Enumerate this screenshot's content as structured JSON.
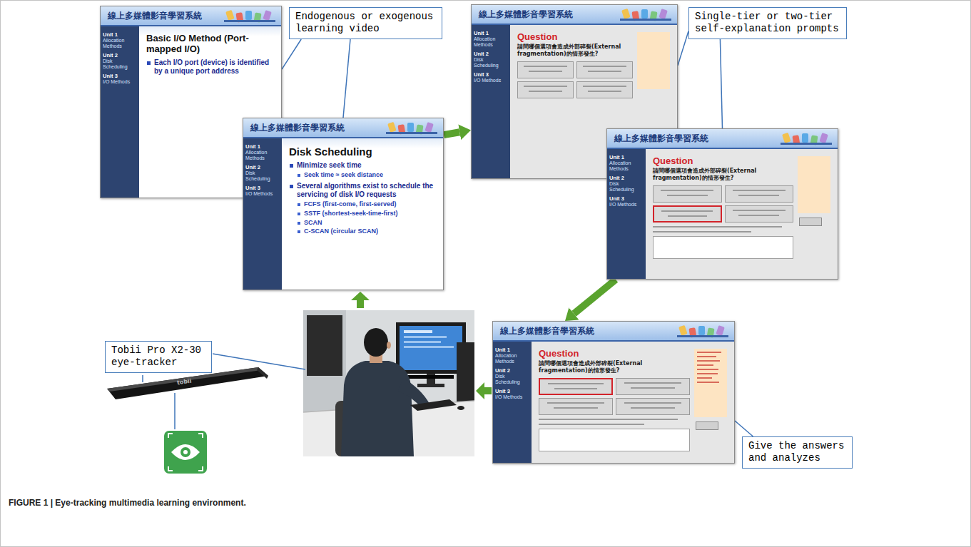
{
  "diagram": {
    "caption": "FIGURE 1 | Eye-tracking multimedia learning environment.",
    "nodes": [
      {
        "text": [
          "Endogenous or exogenous learning video"
        ]
      },
      {
        "text": [
          "線上多媒體影音學習系統",
          "Unit 1",
          "Allocation Methods",
          "Unit 2",
          "Disk Scheduling",
          "Unit 3",
          "I/O Methods",
          "Basic I/O Method (Port-mapped I/O)",
          "Each I/O port (device) is identified by a unique port address"
        ]
      },
      {
        "text": [
          "線上多媒體影音學習系統",
          "Unit 1",
          "Allocation Methods",
          "Unit 2",
          "Disk Scheduling",
          "Unit 3",
          "I/O Methods",
          "Disk Scheduling",
          "Minimize seek time",
          "Seek time ≈ seek distance",
          "Several algorithms exist to schedule the servicing of disk I/O requests",
          "FCFS (first-come, first-served)",
          "SSTF (shortest-seek-time-first)",
          "SCAN",
          "C-SCAN (circular SCAN)"
        ]
      },
      {
        "text": [
          "線上多媒體影音學習系統",
          "Unit 1",
          "Allocation Methods",
          "Unit 2",
          "Disk Scheduling",
          "Unit 3",
          "I/O Methods",
          "Question",
          "請問哪個選項會造成外部碎裂(External fragmentation)的情形發生?"
        ]
      },
      {
        "text": [
          "Single-tier or two-tier self-explanation prompts"
        ]
      },
      {
        "text": [
          "線上多媒體影音學習系統",
          "Unit 1",
          "Allocation Methods",
          "Unit 2",
          "Disk Scheduling",
          "Unit 3",
          "I/O Methods",
          "Question",
          "請問哪個選項會造成外部碎裂(External fragmentation)的情形發生?"
        ]
      },
      {
        "text": [
          "Tobii Pro X2-30 eye-tracker"
        ]
      },
      {
        "text": [
          "線上多媒體影音學習系統",
          "Unit 1",
          "Allocation Methods",
          "Unit 2",
          "Disk Scheduling",
          "Unit 3",
          "I/O Methods",
          "Question",
          "請問哪個選項會造成外部碎裂(External fragmentation)的情形發生?"
        ]
      },
      {
        "text": [
          "Give the answers and analyzes"
        ]
      }
    ],
    "edges": [
      {
        "from": 0,
        "to": 1,
        "arrow": "none"
      },
      {
        "from": 0,
        "to": 2,
        "arrow": "none"
      },
      {
        "from": 4,
        "to": 3,
        "arrow": "none"
      },
      {
        "from": 4,
        "to": 5,
        "arrow": "none"
      },
      {
        "from": 8,
        "to": 7,
        "arrow": "none"
      },
      {
        "from": 2,
        "to": 3,
        "arrow": "to"
      },
      {
        "from": 5,
        "to": 7,
        "arrow": "to"
      }
    ],
    "labels": [
      "tobii"
    ]
  }
}
